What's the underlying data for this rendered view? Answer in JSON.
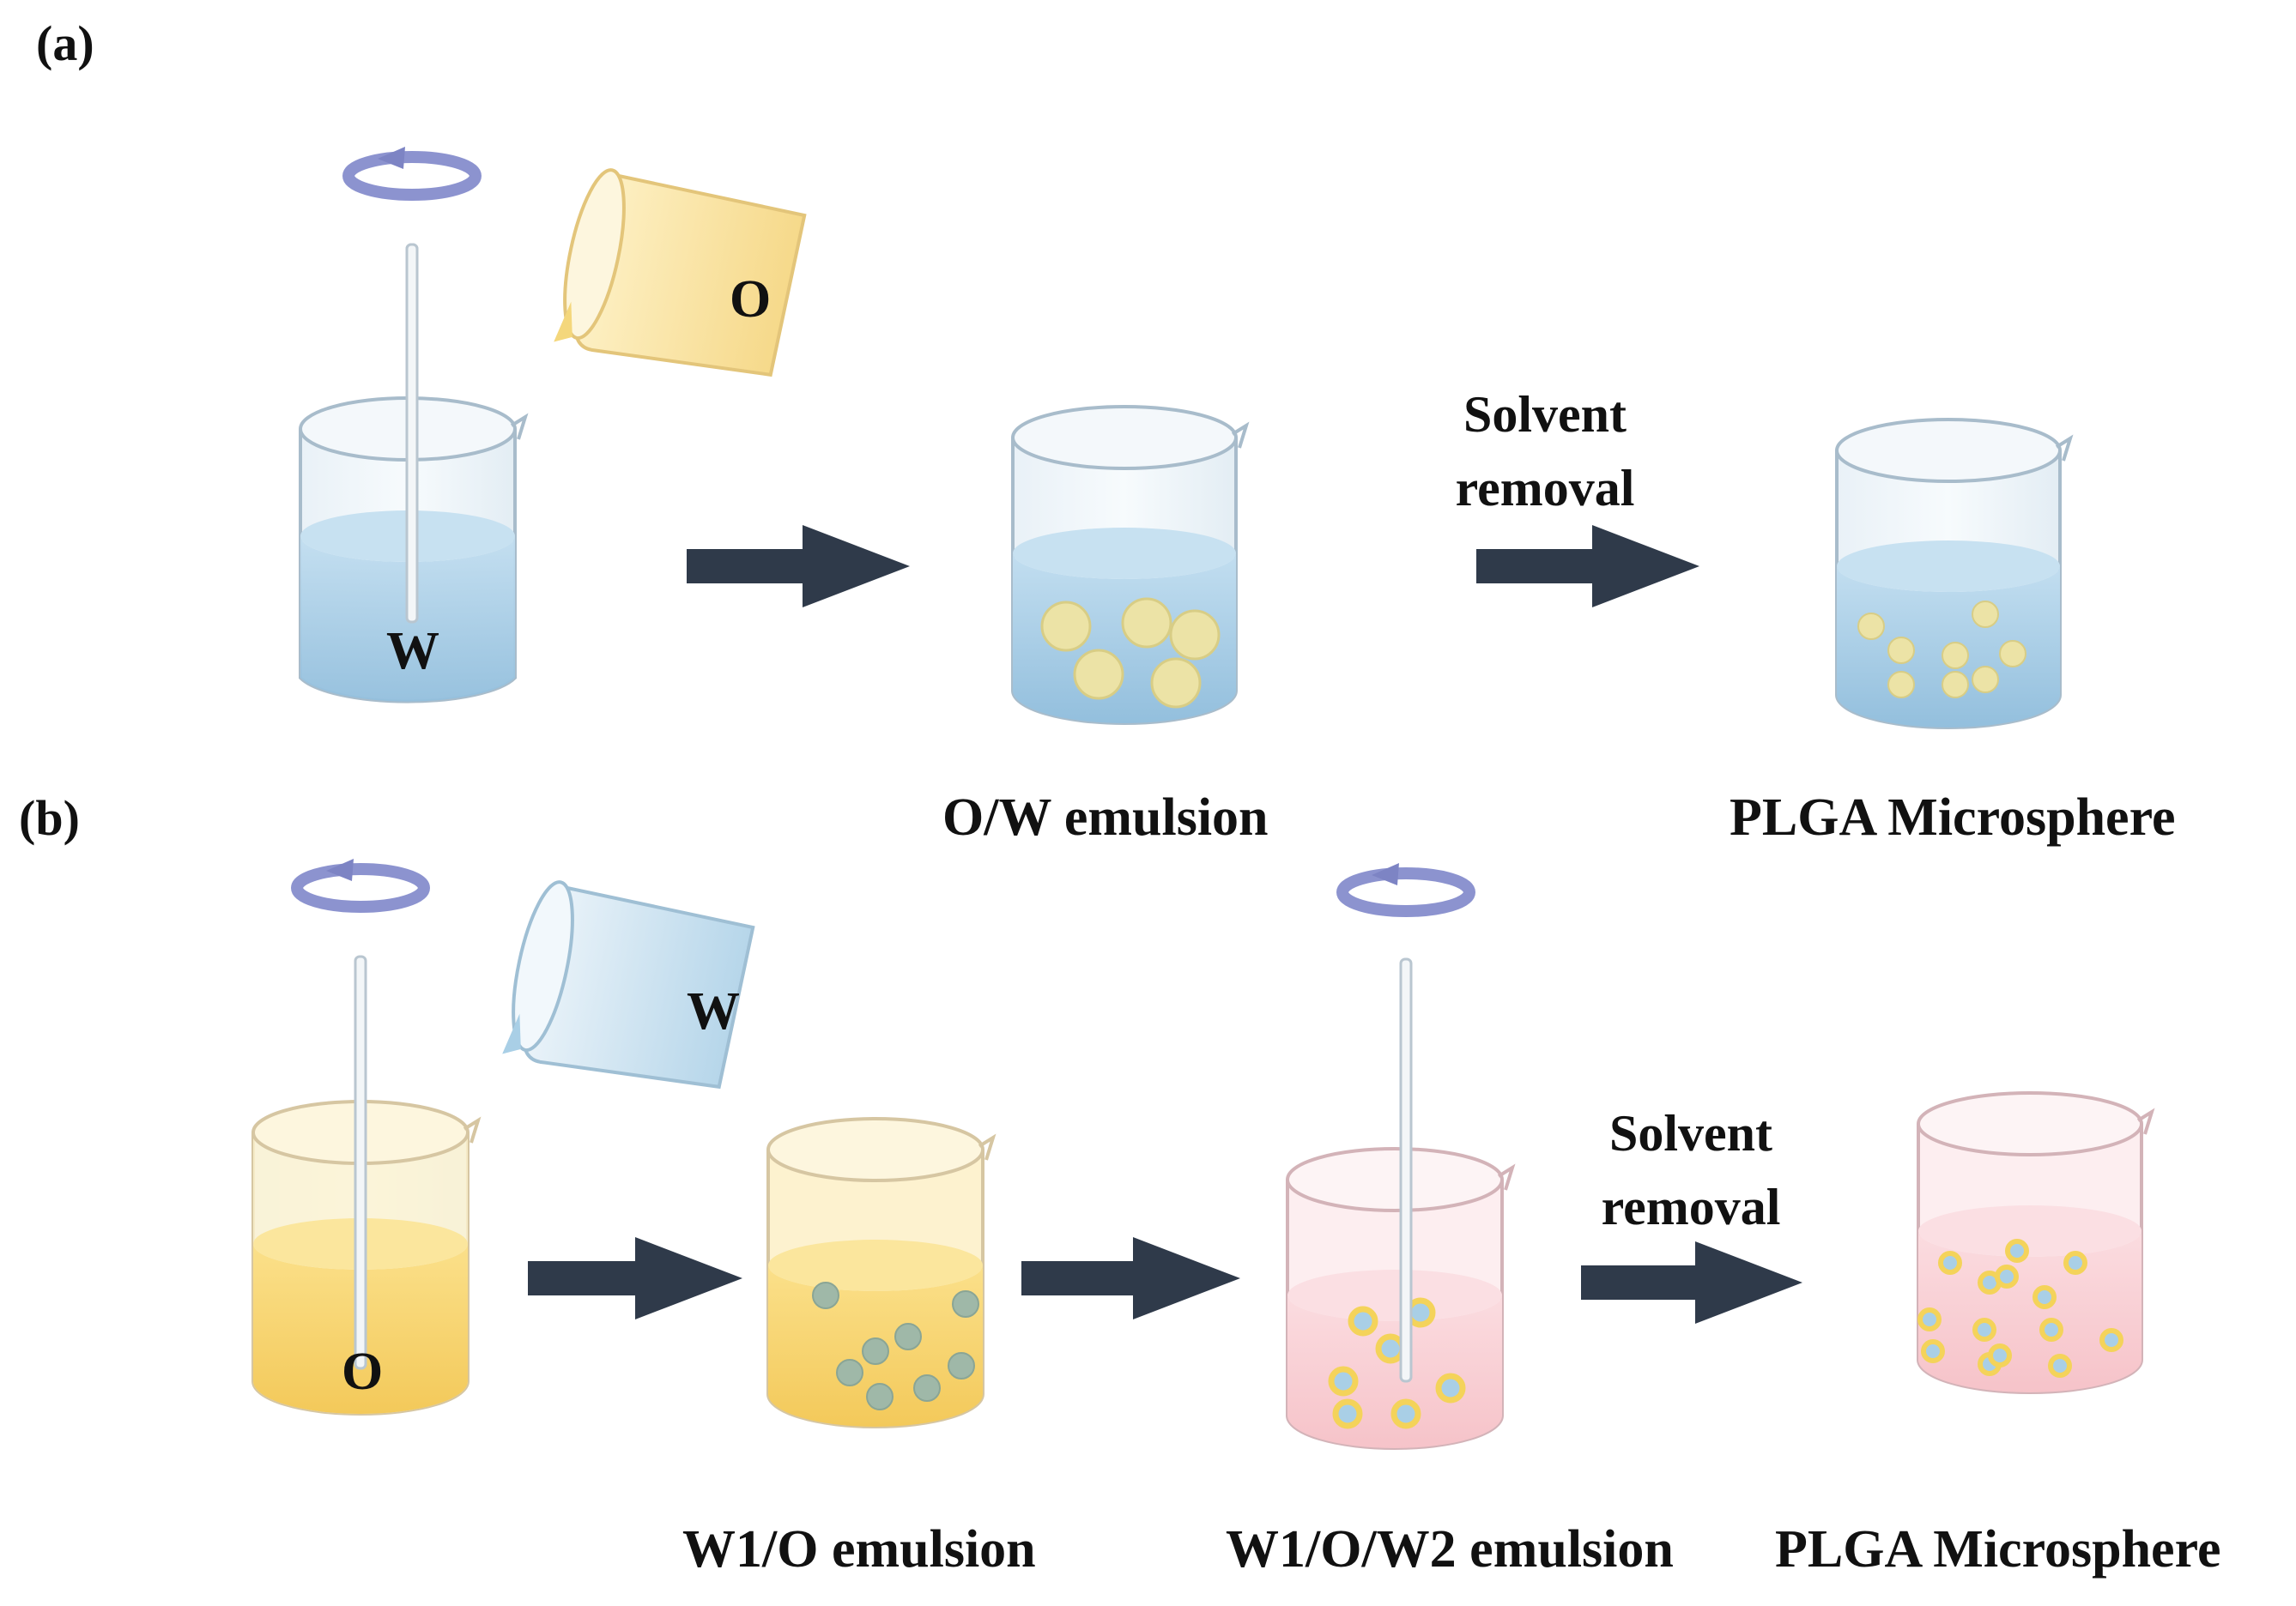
{
  "panel_a": {
    "label": "(a)",
    "oil_cup_label": "O",
    "water_beaker_label": "W",
    "step_note": [
      "Solvent",
      "removal"
    ],
    "captions": [
      "O/W emulsion",
      "PLGA Microsphere"
    ]
  },
  "panel_b": {
    "label": "(b)",
    "water_cup_label": "W",
    "oil_beaker_label": "O",
    "step_note": [
      "Solvent",
      "removal"
    ],
    "captions": [
      "W1/O emulsion",
      "W1/O/W2 emulsion",
      "PLGA Microsphere"
    ]
  },
  "colors": {
    "water": "#a9cfe6",
    "oil": "#f7d774",
    "outer_water_pink": "#f9cdd2",
    "droplet_yellow": "#ece3a6",
    "inner_droplet_teal": "#9fb8a8",
    "arrow": "#2f3a4a",
    "stir_icon": "#8c93cf"
  }
}
